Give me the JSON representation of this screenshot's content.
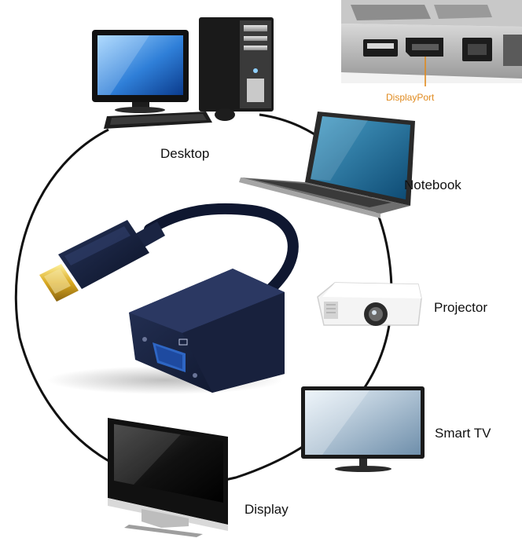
{
  "labels": {
    "desktop": "Desktop",
    "notebook": "Notebook",
    "projector": "Projector",
    "smart_tv": "Smart TV",
    "display": "Display",
    "port_callout": "DisplayPort"
  },
  "icons": {
    "desktop": "desktop-computer-icon",
    "notebook": "laptop-icon",
    "projector": "projector-icon",
    "smart_tv": "tv-icon",
    "display": "monitor-icon",
    "adapter": "displayport-to-vga-adapter-icon"
  },
  "colors": {
    "callout": "#e08a1e",
    "ring": "#111111",
    "adapter": "#131c33"
  }
}
